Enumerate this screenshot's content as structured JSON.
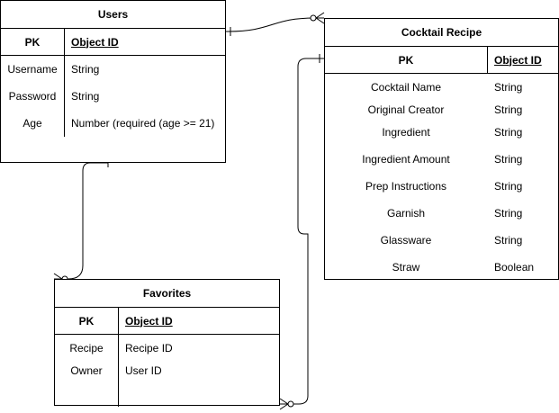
{
  "colors": {
    "stroke": "#000000",
    "fill": "#ffffff"
  },
  "users": {
    "title": "Users",
    "pk_label": "PK",
    "pk_field": "Object ID",
    "rows": [
      {
        "name": "Username",
        "type": "String"
      },
      {
        "name": "Password",
        "type": "String"
      },
      {
        "name": "Age",
        "type": "Number (required (age >= 21)"
      }
    ]
  },
  "cocktail": {
    "title": "Cocktail Recipe",
    "pk_label": "PK",
    "pk_field": "Object ID",
    "rows": [
      {
        "name": "Cocktail Name",
        "type": "String"
      },
      {
        "name": "Original Creator",
        "type": "String"
      },
      {
        "name": "Ingredient",
        "type": "String"
      },
      {
        "name": "Ingredient Amount",
        "type": "String"
      },
      {
        "name": "Prep Instructions",
        "type": "String"
      },
      {
        "name": "Garnish",
        "type": "String"
      },
      {
        "name": "Glassware",
        "type": "String"
      },
      {
        "name": "Straw",
        "type": "Boolean"
      }
    ]
  },
  "favorites": {
    "title": "Favorites",
    "pk_label": "PK",
    "pk_field": "Object ID",
    "rows": [
      {
        "name": "Recipe",
        "type": "Recipe ID"
      },
      {
        "name": "Owner",
        "type": "User ID"
      }
    ]
  },
  "relationships": [
    {
      "from": "users",
      "to": "cocktail",
      "from_end": "one",
      "to_end": "zero-or-many"
    },
    {
      "from": "users",
      "to": "favorites",
      "from_end": "one",
      "to_end": "zero-or-many"
    },
    {
      "from": "cocktail",
      "to": "favorites",
      "from_end": "one",
      "to_end": "zero-or-many"
    }
  ]
}
